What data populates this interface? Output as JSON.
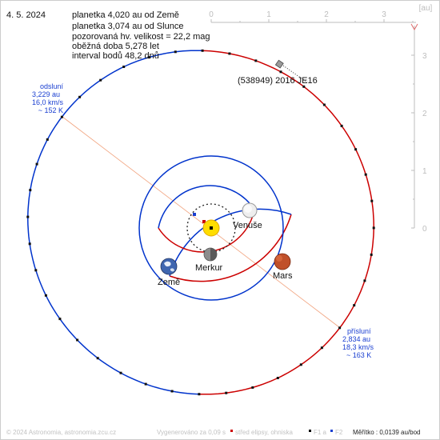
{
  "date": "4. 5. 2024",
  "info": {
    "line1": "planetka 4,020 au od Země",
    "line2": "planetka 3,074 au od Slunce",
    "line3": "pozorovaná hv. velikost = 22,2 mag",
    "line4": "oběžná doba 5,278 let",
    "line5": "interval bodů 48,2 dnů"
  },
  "asteroid_label": "(538949) 2016 JE16",
  "aphelion": {
    "title": "odsluní",
    "distance": "3,229 au",
    "speed": "16,0 km/s",
    "temp": "~ 152 K"
  },
  "perihelion": {
    "title": "přísluní",
    "distance": "2,834 au",
    "speed": "18,3 km/s",
    "temp": "~ 163 K"
  },
  "planets": {
    "venus": "Venuše",
    "mercury": "Merkur",
    "earth": "Země",
    "mars": "Mars"
  },
  "scale_top": {
    "unit": "[au]",
    "ticks": [
      "0",
      "1",
      "2",
      "3"
    ]
  },
  "scale_right": {
    "ticks": [
      "3",
      "2",
      "1",
      "0"
    ]
  },
  "footer": {
    "copyright": "© 2024 Astronomia, astronomia.zcu.cz",
    "generated": "Vygenerováno za 0,09 s",
    "legend_center": "střed elipsy, ohniska",
    "legend_f1": "F1 a",
    "legend_f2": "F2",
    "scale": "Měřítko : 0,0139 au/bod"
  },
  "colors": {
    "orbit_blue": "#0033cc",
    "orbit_red": "#cc0000",
    "label_blue": "#1a3fd1",
    "axis_grey": "#b0b0b0",
    "sun": "#ffdd00",
    "mars": "#c0502a"
  }
}
